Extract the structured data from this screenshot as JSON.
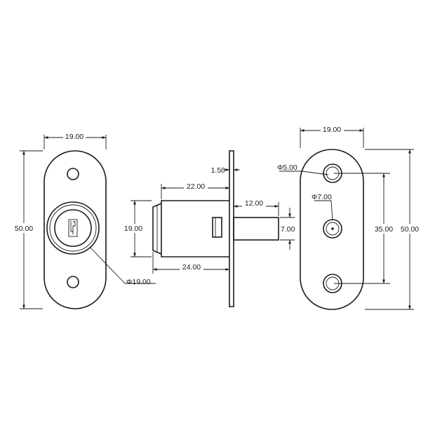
{
  "drawing": {
    "front_view": {
      "width_dim": "19.00",
      "height_dim": "50.00",
      "cylinder_dim": "Φ19.00"
    },
    "side_view": {
      "flange_dim": "1.50",
      "body_length_dim": "22.00",
      "bolt_length_dim": "12.00",
      "body_height_dim": "19.00",
      "bolt_height_dim": "7.00",
      "overall_length_dim": "24.00"
    },
    "back_view": {
      "width_dim": "19.00",
      "hole_dim": "Φ5.00",
      "center_hole_dim": "Φ7.00",
      "hole_spacing_dim": "35.00",
      "height_dim": "50.00"
    }
  }
}
